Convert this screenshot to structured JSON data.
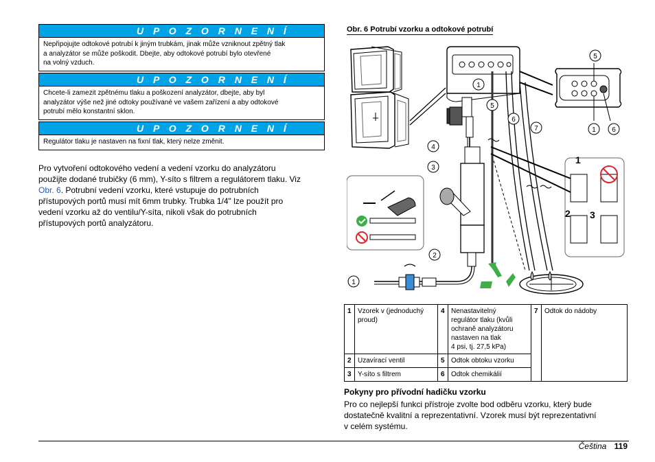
{
  "warnings": [
    {
      "title": "U P O Z O R N E N Í",
      "lines": [
        "Nepřipojujte odtokové potrubí k jiným trubkám, jinak může vzniknout zpětný tlak",
        "a analyzátor se může poškodit. Dbejte, aby odtokové potrubí bylo otevřené",
        "na volný vzduch."
      ]
    },
    {
      "title": "U P O Z O R N E N Í",
      "lines": [
        "Chcete-li zamezit zpětnému tlaku a poškození analyzátor, dbejte, aby byl",
        "analyzátor výše než jiné odtoky používané ve vašem zařízení a aby odtokové",
        "potrubí mělo konstantní sklon."
      ]
    },
    {
      "title": "U P O Z O R N E N Í",
      "lines": [
        "Regulátor tlaku je nastaven na fixní tlak, který nelze změnit."
      ]
    }
  ],
  "body": {
    "line1": "Pro vytvoření odtokového vedení a vedení vzorku do analyzátoru",
    "line2": "použijte dodané trubičky (6 mm), Y-síto s filtrem a regulátorem tlaku. Viz",
    "link": "Obr. 6",
    "line3_rest": ". Potrubní vedení vzorku, které vstupuje do potrubních",
    "line4": "přístupových portů musí mít 6mm trubky. Trubka 1/4\" lze použít pro",
    "line5": "vedení vzorku až do ventilu/Y-síta, nikoli však do potrubních",
    "line6": "přístupových portů analyzátoru."
  },
  "figure": {
    "caption": "Obr. 6  Potrubí vzorku a odtokové potrubí",
    "callouts": [
      "1",
      "2",
      "3",
      "4",
      "5",
      "6",
      "7"
    ]
  },
  "legend": {
    "rows": [
      [
        {
          "n": "1",
          "text": [
            "Vzorek v (jednoduchý",
            "proud)"
          ]
        },
        {
          "n": "4",
          "text": [
            "Nenastavitelný",
            "regulátor tlaku (kvůli",
            "ochraně analyzátoru",
            "nastaven na tlak",
            "4 psi, tj. 27,5 kPa)"
          ]
        },
        {
          "n": "7",
          "text": [
            "Odtok do nádoby"
          ]
        }
      ],
      [
        {
          "n": "2",
          "text": [
            "Uzavírací ventil"
          ]
        },
        {
          "n": "5",
          "text": [
            "Odtok obtoku vzorku"
          ]
        }
      ],
      [
        {
          "n": "3",
          "text": [
            "Y-síto s filtrem"
          ]
        },
        {
          "n": "6",
          "text": [
            "Odtok chemikálií"
          ]
        }
      ]
    ]
  },
  "section": {
    "heading": "Pokyny pro přívodní hadičku vzorku",
    "line1": "Pro co nejlepší funkci přístroje zvolte bod odběru vzorku, který bude",
    "line2": "dostatečně kvalitní a reprezentativní. Vzorek musí být reprezentativní",
    "line3": "v celém systému."
  },
  "footer": {
    "language": "Čeština",
    "page": "119"
  },
  "colors": {
    "warning_bar": "#00a3e6",
    "link": "#1a5fb4",
    "recycle_green": "#3fae49",
    "prohibited_red": "#d9272e"
  }
}
